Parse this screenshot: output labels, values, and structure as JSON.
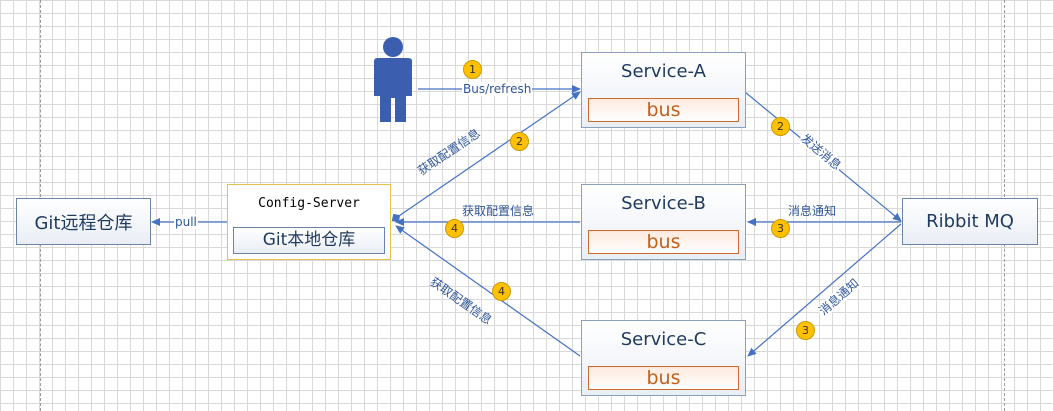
{
  "nodes": {
    "git_remote": "Git远程仓库",
    "config_server": {
      "title": "Config-Server",
      "local": "Git本地仓库"
    },
    "service_a": {
      "title": "Service-A",
      "bus": "bus"
    },
    "service_b": {
      "title": "Service-B",
      "bus": "bus"
    },
    "service_c": {
      "title": "Service-C",
      "bus": "bus"
    },
    "rabbit_mq": "Ribbit MQ"
  },
  "edges": {
    "refresh": "Bus/refresh",
    "pull": "pull",
    "a_get_config": "获取配置信息",
    "b_get_config": "获取配置信息",
    "c_get_config": "获取配置信息",
    "send_message": "发送消息",
    "notify_b": "消息通知",
    "notify_c": "消息通知"
  },
  "steps": {
    "s1": "1",
    "s2_left": "2",
    "s2_right": "2",
    "s3_b": "3",
    "s3_c": "3",
    "s4_b": "4",
    "s4_c": "4"
  },
  "colors": {
    "edge": "#4472c4",
    "badge": "#ffc000",
    "bus_text": "#c0601f",
    "user_icon": "#3b5fae"
  }
}
